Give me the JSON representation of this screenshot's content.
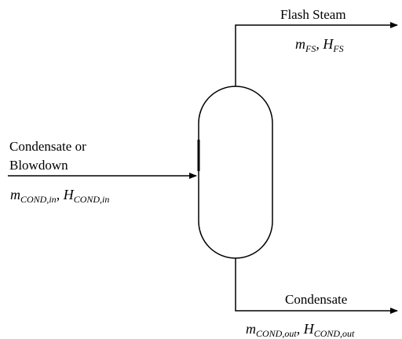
{
  "diagram": {
    "flash_steam": {
      "label": "Flash Steam",
      "m_base": "m",
      "m_sub": "FS",
      "sep": ",",
      "h_base": "H",
      "h_sub": "FS"
    },
    "inlet": {
      "label_line1": "Condensate or",
      "label_line2": "Blowdown",
      "m_base": "m",
      "m_sub": "COND,in",
      "sep": ",",
      "h_base": "H",
      "h_sub": "COND,in"
    },
    "outlet": {
      "label": "Condensate",
      "m_base": "m",
      "m_sub": "COND,out",
      "sep": ",",
      "h_base": "H",
      "h_sub": "COND,out"
    }
  }
}
